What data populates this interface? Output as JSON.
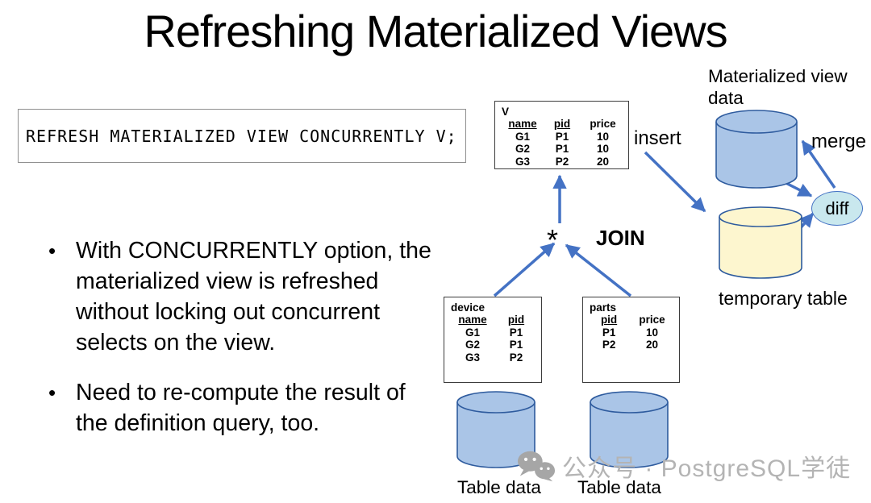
{
  "slide": {
    "title": "Refreshing Materialized Views"
  },
  "code_box": {
    "code": "REFRESH MATERIALIZED VIEW CONCURRENTLY V;"
  },
  "bullets": [
    "With CONCURRENTLY option, the materialized view is refreshed without locking out concurrent selects on the view.",
    "Need to re-compute the result of the definition query, too."
  ],
  "diagram": {
    "v_table": {
      "title": "V",
      "columns": [
        "name",
        "pid",
        "price"
      ],
      "rows": [
        [
          "G1",
          "P1",
          "10"
        ],
        [
          "G2",
          "P1",
          "10"
        ],
        [
          "G3",
          "P2",
          "20"
        ]
      ]
    },
    "device_table": {
      "title": "device",
      "columns": [
        "name",
        "pid"
      ],
      "rows": [
        [
          "G1",
          "P1"
        ],
        [
          "G2",
          "P1"
        ],
        [
          "G3",
          "P2"
        ]
      ]
    },
    "parts_table": {
      "title": "parts",
      "columns": [
        "pid",
        "price"
      ],
      "rows": [
        [
          "P1",
          "10"
        ],
        [
          "P2",
          "20"
        ]
      ]
    },
    "labels": {
      "insert": "insert",
      "merge": "merge",
      "diff": "diff",
      "join": "JOIN",
      "star": "*",
      "materialized_view_data": "Materialized view data",
      "temporary_table": "temporary table",
      "table_data_left": "Table data",
      "table_data_right": "Table data"
    },
    "colors": {
      "arrow": "#4472c4",
      "cylinder_blue_fill": "#aac5e7",
      "cylinder_yellow_fill": "#fdf6cf",
      "cylinder_border": "#2e5b9e",
      "diff_fill": "#c9e8ee",
      "table_border": "#3c3c3c"
    }
  },
  "watermark": {
    "icon": "wechat-icon",
    "text": "公众号 · PostgreSQL学徒",
    "color": "#b4b4b4"
  }
}
